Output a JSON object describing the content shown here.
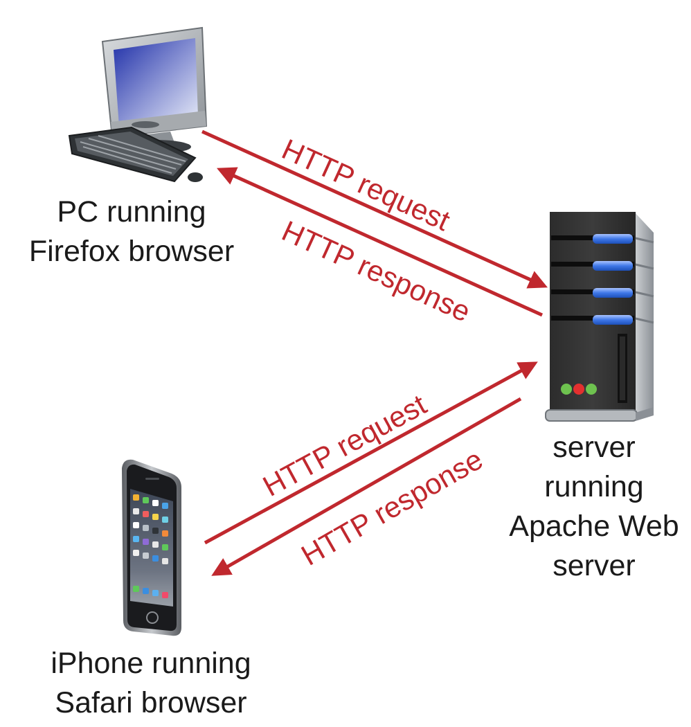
{
  "colors": {
    "arrow": "#c0282e",
    "text": "#1a1a1a",
    "background": "#ffffff"
  },
  "pc": {
    "icon": "desktop-computer-icon",
    "caption_line1": "PC running",
    "caption_line2": "Firefox browser"
  },
  "iphone": {
    "icon": "smartphone-icon",
    "caption_line1": "iPhone running",
    "caption_line2": "Safari browser"
  },
  "server": {
    "icon": "server-tower-icon",
    "caption_line1": "server",
    "caption_line2": "running",
    "caption_line3": "Apache Web",
    "caption_line4": "server"
  },
  "arrows": {
    "pc_request": "HTTP request",
    "pc_response": "HTTP response",
    "iphone_request": "HTTP request",
    "iphone_response": "HTTP response"
  }
}
